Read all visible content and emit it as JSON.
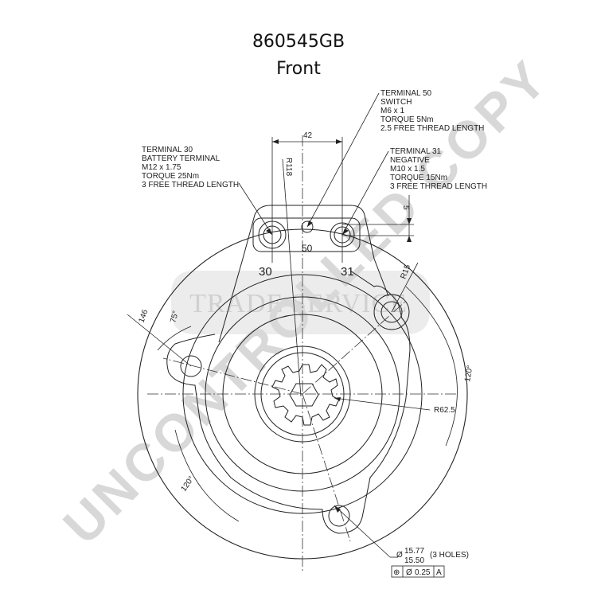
{
  "header": {
    "part_number": "860545GB",
    "view": "Front"
  },
  "callouts": {
    "terminal_30": [
      "TERMINAL 30",
      "BATTERY TERMINAL",
      "M12 x 1.75",
      "TORQUE 25Nm",
      "3 FREE THREAD LENGTH"
    ],
    "terminal_50": [
      "TERMINAL 50",
      "SWITCH",
      "M6 x 1",
      "TORQUE 5Nm",
      "2.5 FREE THREAD LENGTH"
    ],
    "terminal_31": [
      "TERMINAL 31",
      "NEGATIVE",
      "M10 x 1.5",
      "TORQUE 15Nm",
      "3 FREE THREAD LENGTH"
    ]
  },
  "terminal_labels": {
    "t30": "30",
    "t50": "50",
    "t31": "31"
  },
  "dimensions": {
    "d42": "42",
    "r118": "R118",
    "d5": "5",
    "r15": "R15",
    "a120_right": "120°",
    "a120_left": "120°",
    "d146": "146",
    "a75": "75°",
    "r625": "R62.5"
  },
  "holes_note": {
    "diameter_symbol": "Ø",
    "upper": "15.77",
    "lower": "15.50",
    "count": "(3 HOLES)"
  },
  "tolerance_frame": {
    "position_symbol": "⊕",
    "diameter_symbol": "Ø",
    "value": "0.25",
    "datum": "A"
  },
  "watermark": {
    "brand": "TRADE SERVICE",
    "stamp": "UNCONTROLLED COPY"
  }
}
